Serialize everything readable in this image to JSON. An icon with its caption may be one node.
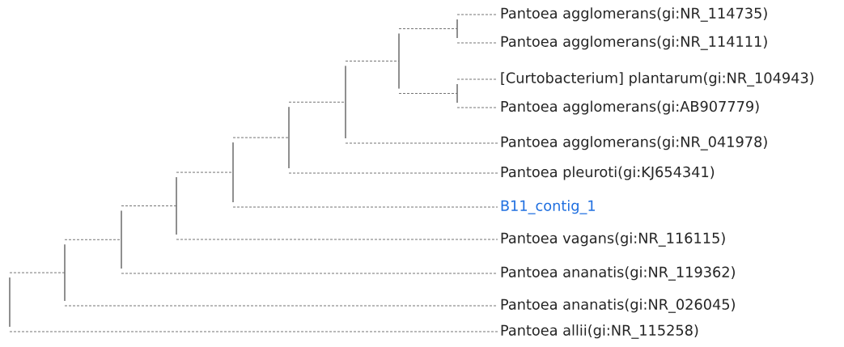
{
  "diagram": {
    "nodes": [
      {
        "text": [
          "Pantoea agglomerans(gi:NR_114735)"
        ]
      },
      {
        "text": [
          "Pantoea agglomerans(gi:NR_114111)"
        ]
      },
      {
        "text": [
          "[Curtobacterium] plantarum(gi:NR_104943)"
        ]
      },
      {
        "text": [
          "Pantoea agglomerans(gi:AB907779)"
        ]
      },
      {
        "text": [
          "Pantoea agglomerans(gi:NR_041978)"
        ]
      },
      {
        "text": [
          "Pantoea pleuroti(gi:KJ654341)"
        ]
      },
      {
        "text": [
          "B11_contig_1"
        ]
      },
      {
        "text": [
          "Pantoea vagans(gi:NR_116115)"
        ]
      },
      {
        "text": [
          "Pantoea ananatis(gi:NR_119362)"
        ]
      },
      {
        "text": [
          "Pantoea ananatis(gi:NR_026045)"
        ]
      },
      {
        "text": [
          "Pantoea allii(gi:NR_115258)"
        ]
      },
      {
        "text": [],
        "shape": "bar"
      },
      {
        "text": [],
        "shape": "bar"
      },
      {
        "text": [],
        "shape": "bar"
      },
      {
        "text": [],
        "shape": "bar"
      },
      {
        "text": [],
        "shape": "bar"
      },
      {
        "text": [],
        "shape": "bar"
      },
      {
        "text": [],
        "shape": "bar"
      },
      {
        "text": [],
        "shape": "bar"
      },
      {
        "text": [],
        "shape": "bar"
      },
      {
        "text": [],
        "shape": "bar"
      }
    ],
    "edges": [
      {
        "from": 11,
        "to": 12,
        "arrow": "none"
      },
      {
        "from": 11,
        "to": 10,
        "arrow": "none"
      },
      {
        "from": 12,
        "to": 13,
        "arrow": "none"
      },
      {
        "from": 12,
        "to": 9,
        "arrow": "none"
      },
      {
        "from": 13,
        "to": 14,
        "arrow": "none"
      },
      {
        "from": 13,
        "to": 8,
        "arrow": "none"
      },
      {
        "from": 14,
        "to": 15,
        "arrow": "none"
      },
      {
        "from": 14,
        "to": 7,
        "arrow": "none"
      },
      {
        "from": 15,
        "to": 16,
        "arrow": "none"
      },
      {
        "from": 15,
        "to": 6,
        "arrow": "none"
      },
      {
        "from": 16,
        "to": 17,
        "arrow": "none"
      },
      {
        "from": 16,
        "to": 5,
        "arrow": "none"
      },
      {
        "from": 17,
        "to": 18,
        "arrow": "none"
      },
      {
        "from": 17,
        "to": 4,
        "arrow": "none"
      },
      {
        "from": 18,
        "to": 19,
        "arrow": "none"
      },
      {
        "from": 18,
        "to": 20,
        "arrow": "none"
      },
      {
        "from": 19,
        "to": 0,
        "arrow": "none"
      },
      {
        "from": 19,
        "to": 1,
        "arrow": "none"
      },
      {
        "from": 20,
        "to": 2,
        "arrow": "none"
      },
      {
        "from": 20,
        "to": 3,
        "arrow": "none"
      }
    ]
  }
}
